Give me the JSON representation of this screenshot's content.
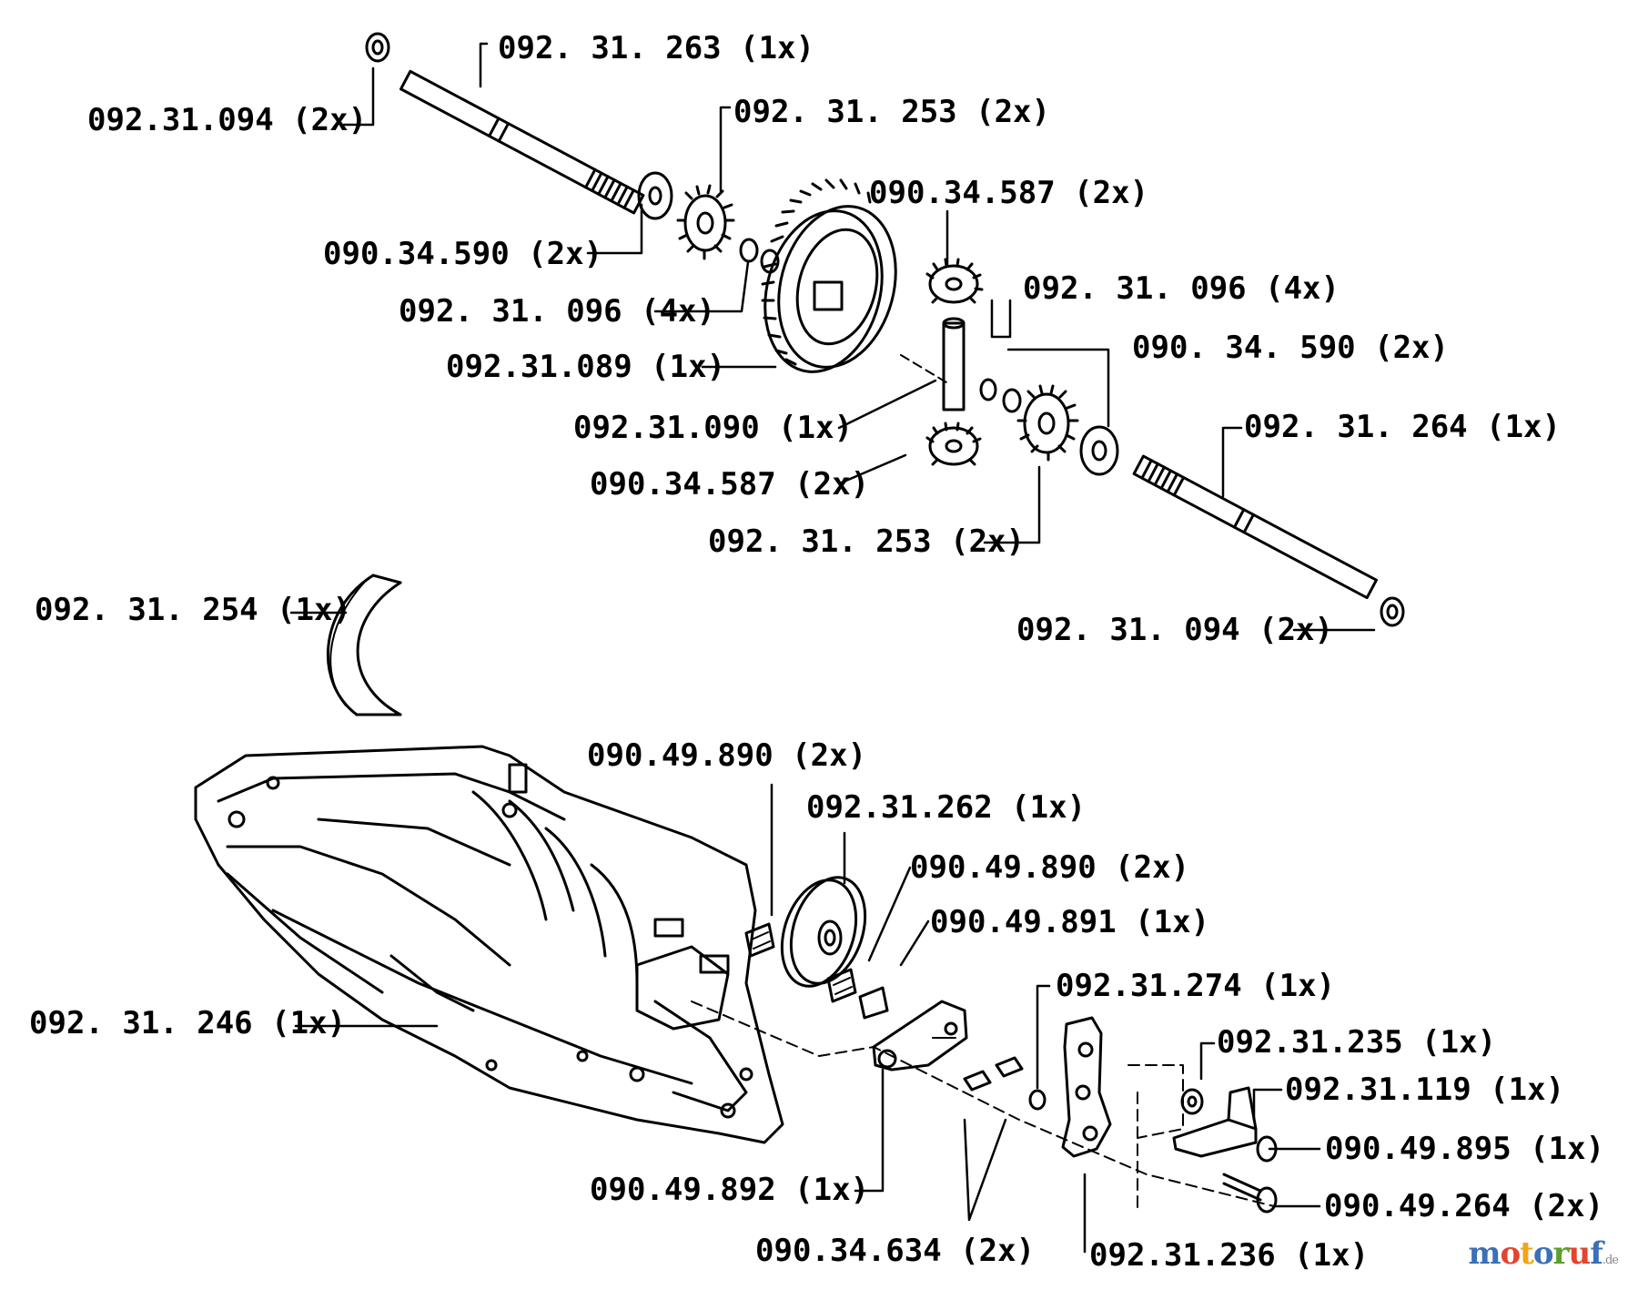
{
  "labels": [
    "092. 31. 263 (1x)",
    "092.31.094 (2x)",
    "092. 31. 253 (2x)",
    "090.34.587 (2x)",
    "090.34.590 (2x)",
    "092. 31. 096 (4x)",
    "092. 31. 096 (4x)",
    "090. 34. 590 (2x)",
    "092.31.089 (1x)",
    "092.31.090 (1x)",
    "092. 31. 264 (1x)",
    "090.34.587 (2x)",
    "092. 31. 253 (2x)",
    "092. 31. 254 (1x)",
    "092. 31. 094 (2x)",
    "090.49.890 (2x)",
    "092.31.262 (1x)",
    "090.49.890 (2x)",
    "090.49.891 (1x)",
    "092.31.274 (1x)",
    "092. 31. 246 (1x)",
    "092.31.235 (1x)",
    "092.31.119 (1x)",
    "090.49.895 (1x)",
    "090.49.892 (1x)",
    "090.49.264 (2x)",
    "090.34.634 (2x)",
    "092.31.236 (1x)"
  ],
  "logo": {
    "letters": [
      "m",
      "o",
      "t",
      "o",
      "r",
      "u",
      "f"
    ],
    "colors": [
      "#3b6fb6",
      "#e2452f",
      "#f2a51a",
      "#3b6fb6",
      "#5aa02c",
      "#e2452f",
      "#3b6fb6"
    ],
    "suffix": ".de"
  }
}
